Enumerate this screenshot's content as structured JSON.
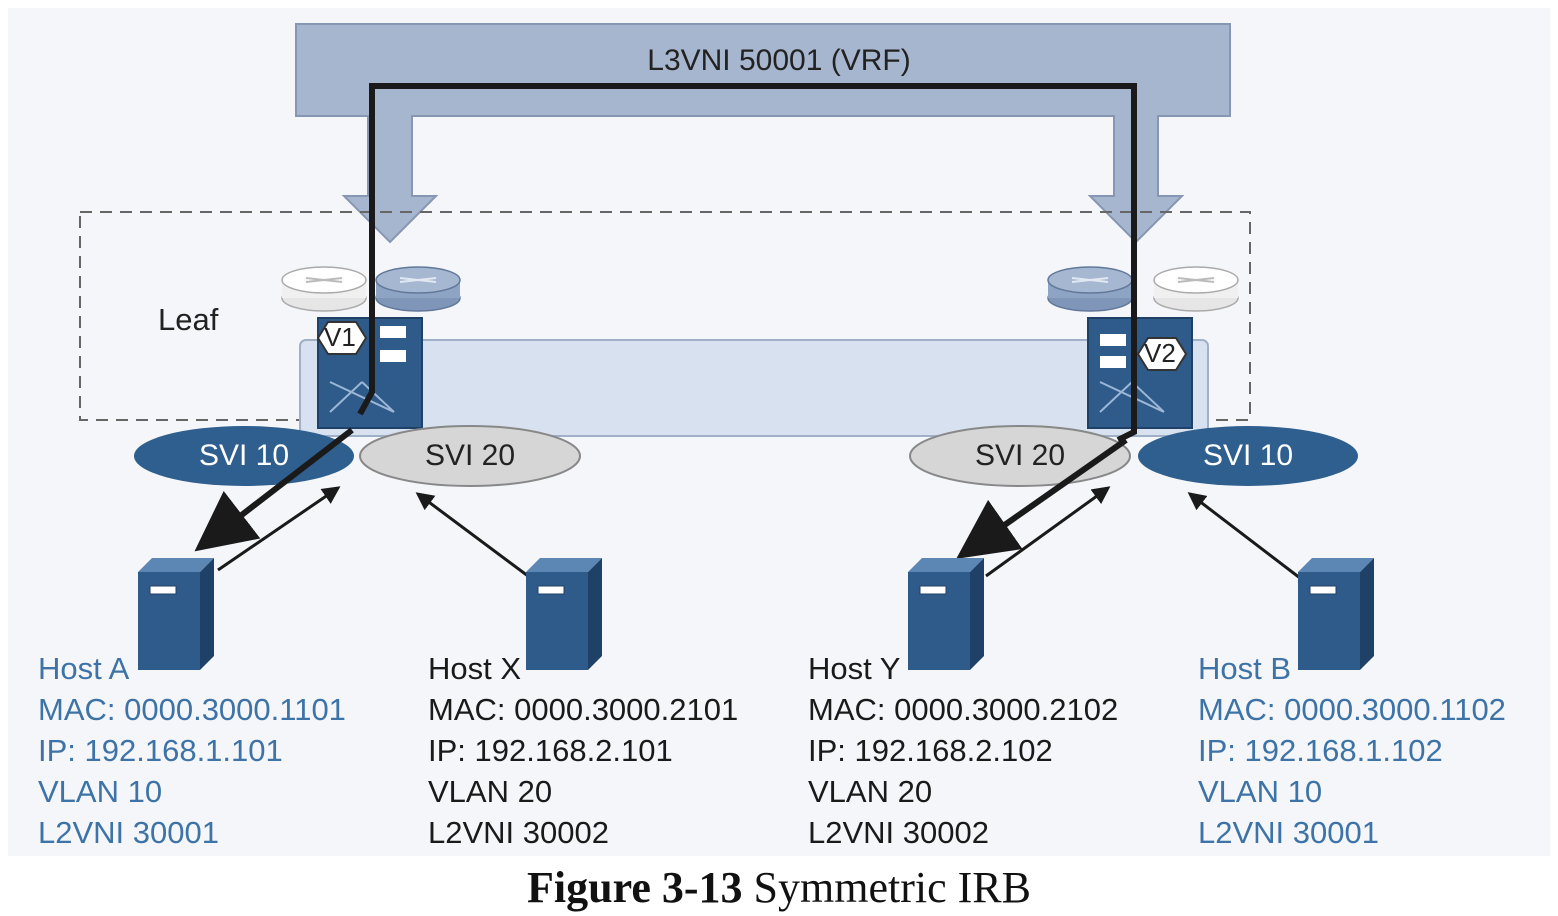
{
  "diagram": {
    "l3vni_label": "L3VNI 50001 (VRF)",
    "leaf_label": "Leaf",
    "vtep_left": "V1",
    "vtep_right": "V2",
    "svi_left_vlan10": "SVI 10",
    "svi_left_vlan20": "SVI 20",
    "svi_right_vlan20": "SVI 20",
    "svi_right_vlan10": "SVI 10"
  },
  "hosts": [
    {
      "name": "Host A",
      "mac": "MAC: 0000.3000.1101",
      "ip": "IP: 192.168.1.101",
      "vlan": "VLAN 10",
      "l2vni": "L2VNI 30001"
    },
    {
      "name": "Host X",
      "mac": "MAC: 0000.3000.2101",
      "ip": "IP: 192.168.2.101",
      "vlan": "VLAN 20",
      "l2vni": "L2VNI 30002"
    },
    {
      "name": "Host Y",
      "mac": "MAC: 0000.3000.2102",
      "ip": "IP: 192.168.2.102",
      "vlan": "VLAN 20",
      "l2vni": "L2VNI 30002"
    },
    {
      "name": "Host B",
      "mac": "MAC: 0000.3000.1102",
      "ip": "IP: 192.168.1.102",
      "vlan": "VLAN 10",
      "l2vni": "L2VNI 30001"
    }
  ],
  "caption": {
    "number": "Figure 3-13",
    "title": "Symmetric IRB"
  },
  "colors": {
    "host_a_b_text": "#3d73a6",
    "host_x_y_text": "#1a1a1a",
    "svi_dark": "#2f5f8e",
    "svi_light": "#d6d6d6",
    "l3vni_bar": "#a7b6cf",
    "switch_blue": "#2e5b8a"
  }
}
